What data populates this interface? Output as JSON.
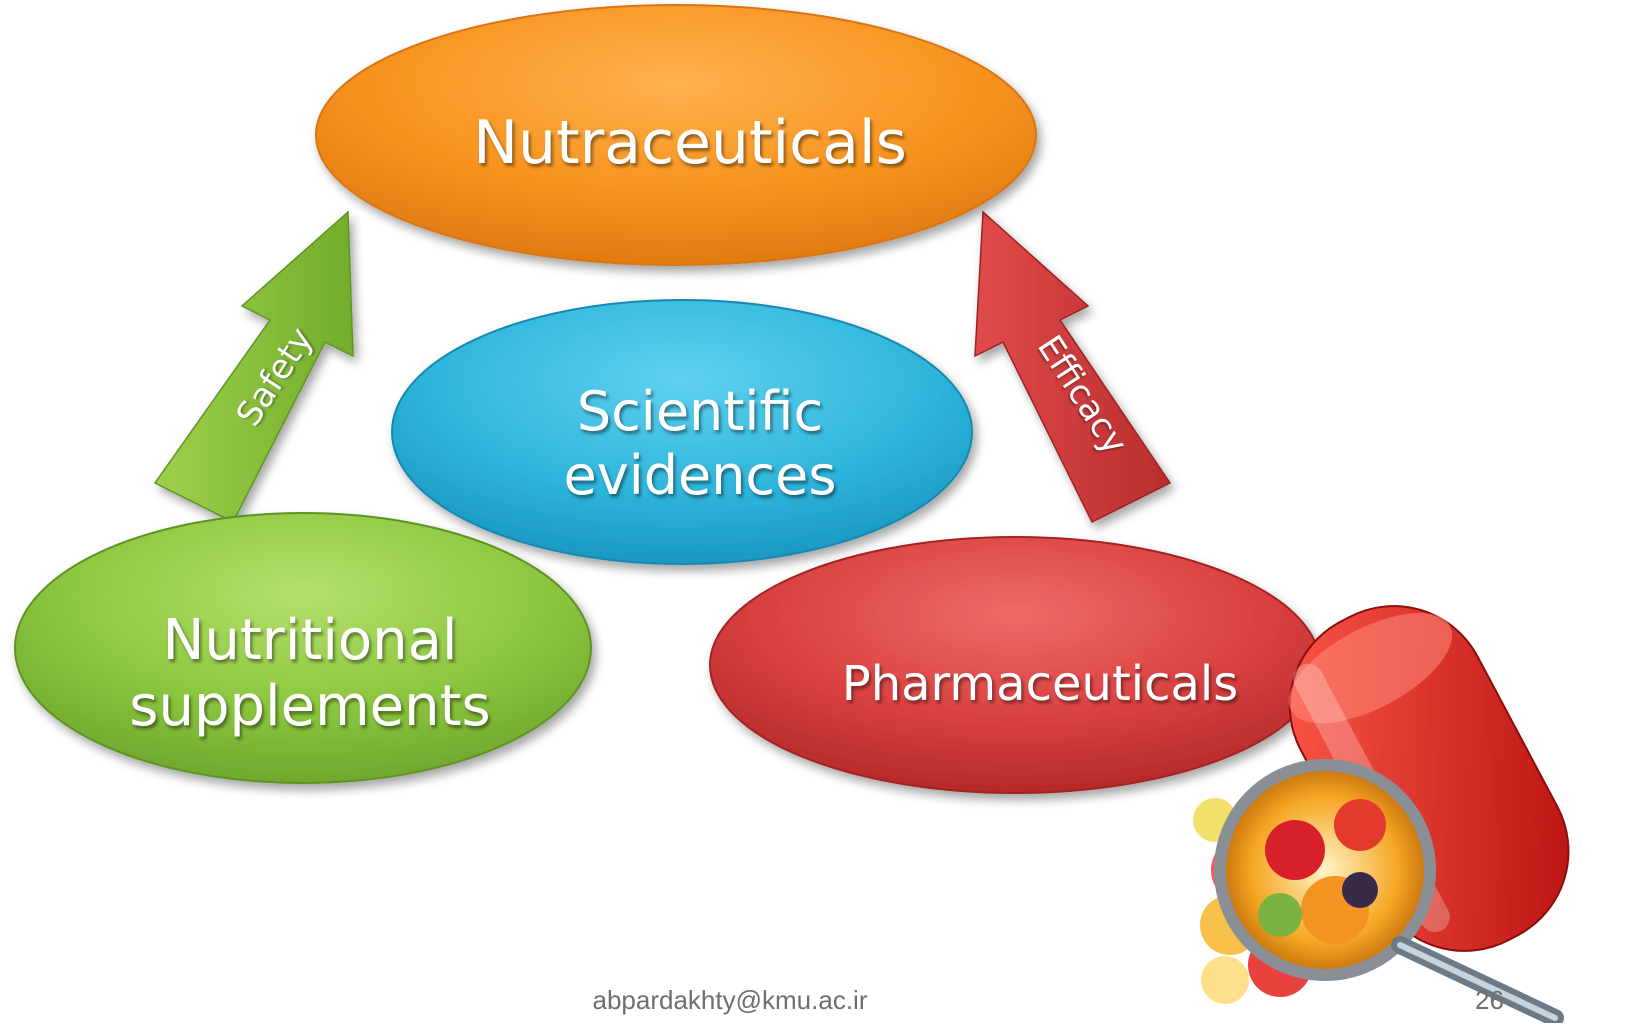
{
  "nodes": {
    "nutraceuticals": {
      "label": "Nutraceuticals",
      "color": "#f7931e"
    },
    "scientific_evidences": {
      "line1": "Scientific",
      "line2": "evidences",
      "color": "#2fb6dc"
    },
    "nutritional_supplements": {
      "line1": "Nutritional",
      "line2": "supplements",
      "color": "#8cc63f"
    },
    "pharmaceuticals": {
      "label": "Pharmaceuticals",
      "color": "#d8403f"
    }
  },
  "arrows": {
    "safety": {
      "label": "Safety",
      "color": "#86c23a"
    },
    "efficacy": {
      "label": "Efficacy",
      "color": "#d33b3b"
    }
  },
  "footer": {
    "email": "abpardakhty@kmu.ac.ir",
    "page_number": "26"
  },
  "illustration": {
    "icon": "pill-capsule-magnifier-icon"
  }
}
